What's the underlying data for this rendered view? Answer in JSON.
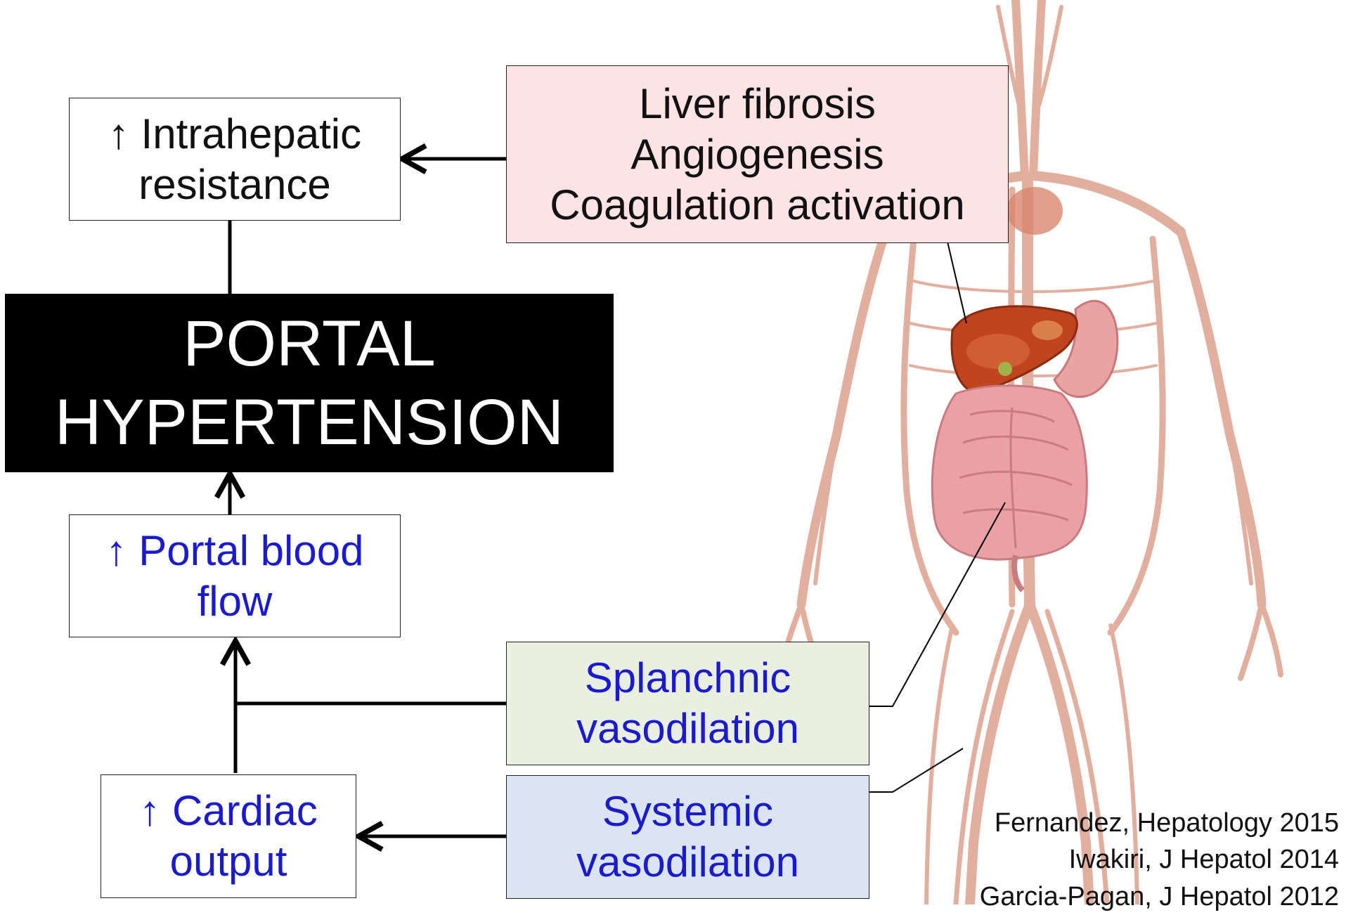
{
  "diagram": {
    "main": {
      "lines": [
        "PORTAL",
        "HYPERTENSION"
      ]
    },
    "intrahepatic": {
      "lines": [
        "↑ Intrahepatic",
        "resistance"
      ]
    },
    "liver_causes": {
      "lines": [
        "Liver fibrosis",
        "Angiogenesis",
        "Coagulation activation"
      ],
      "fill": "#fde3e3"
    },
    "portal_flow": {
      "lines": [
        "↑ Portal blood",
        "flow"
      ],
      "text_color": "#1a1ad0"
    },
    "cardiac_output": {
      "lines": [
        "↑ Cardiac",
        "output"
      ],
      "text_color": "#1a1ad0"
    },
    "splanchnic": {
      "lines": [
        "Splanchnic",
        "vasodilation"
      ],
      "fill": "#ebefe0"
    },
    "systemic": {
      "lines": [
        "Systemic",
        "vasodilation"
      ],
      "fill": "#dbe5f1"
    }
  },
  "references": [
    "Fernandez, Hepatology 2015",
    "Iwakiri, J Hepatol 2014",
    "Garcia-Pagan, J Hepatol 2012"
  ],
  "illustration": {
    "subject": "human-vascular-anatomy-with-liver-and-intestines",
    "vessel_color": "#d9907a",
    "liver_color": "#c0441e",
    "intestine_color": "#eaa1a5"
  }
}
